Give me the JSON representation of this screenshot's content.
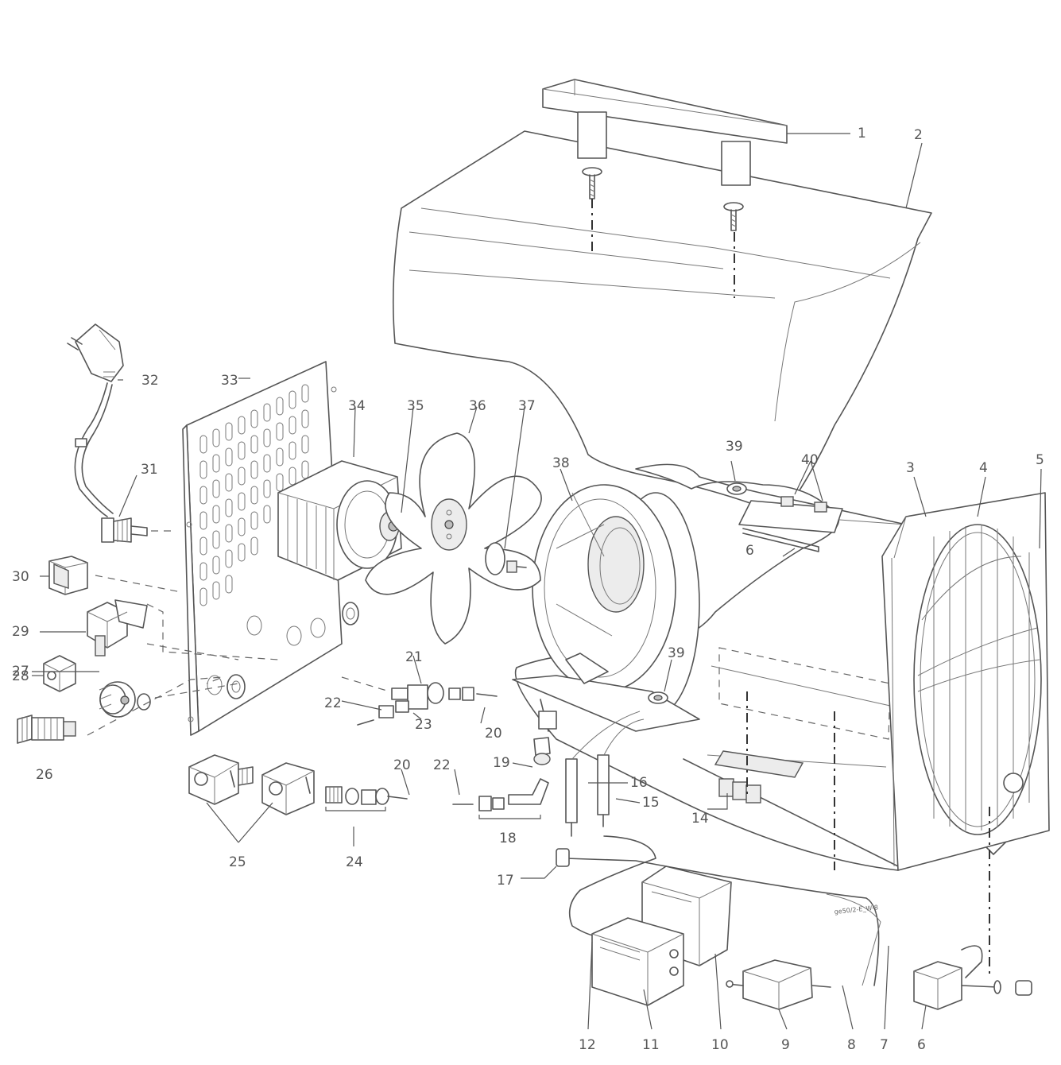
{
  "labels": {
    "p1": "1",
    "p2": "2",
    "p3": "3",
    "p4": "4",
    "p5": "5",
    "p6a": "6",
    "p6b": "6",
    "p7": "7",
    "p8": "8",
    "p9": "9",
    "p10": "10",
    "p11": "11",
    "p12": "12",
    "p14": "14",
    "p15": "15",
    "p16": "16",
    "p17": "17",
    "p18": "18",
    "p19": "19",
    "p20a": "20",
    "p20b": "20",
    "p21": "21",
    "p22a": "22",
    "p22b": "22",
    "p23": "23",
    "p24": "24",
    "p25": "25",
    "p26": "26",
    "p27": "27",
    "p28": "28",
    "p29": "29",
    "p30": "30",
    "p31": "31",
    "p32": "32",
    "p33": "33",
    "p34": "34",
    "p35": "35",
    "p36": "36",
    "p37": "37",
    "p38": "38",
    "p39a": "39",
    "p39b": "39",
    "p40": "40"
  },
  "drawing_code": "ge50/2-E_W-8"
}
